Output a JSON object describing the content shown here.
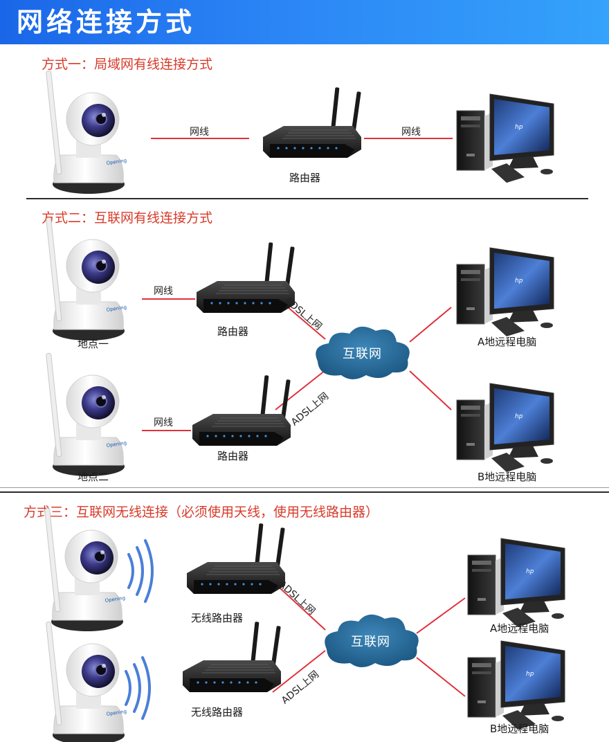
{
  "header": {
    "title": "网络连接方式"
  },
  "sections": [
    {
      "title": "方式一：局域网有线连接方式"
    },
    {
      "title": "方式二：互联网有线连接方式"
    },
    {
      "title": "方式三：互联网无线连接（必须使用天线，使用无线路由器）"
    }
  ],
  "labels": {
    "cable": "网线",
    "router": "路由器",
    "wireless_router": "无线路由器",
    "internet": "互联网",
    "adsl": "ADSL上网",
    "site_one": "地点一",
    "site_two": "地点二",
    "remote_a": "A地远程电脑",
    "remote_b": "B地远程电脑"
  },
  "colors": {
    "banner_start": "#1a66e8",
    "banner_end": "#35a2fb",
    "title_red": "#d83a2a",
    "link_red": "#e0303a",
    "cloud_blue": "#2a6f9c"
  },
  "icons": [
    "ip-camera-icon",
    "router-icon",
    "desktop-computer-icon",
    "internet-cloud-icon",
    "wifi-signal-icon"
  ]
}
